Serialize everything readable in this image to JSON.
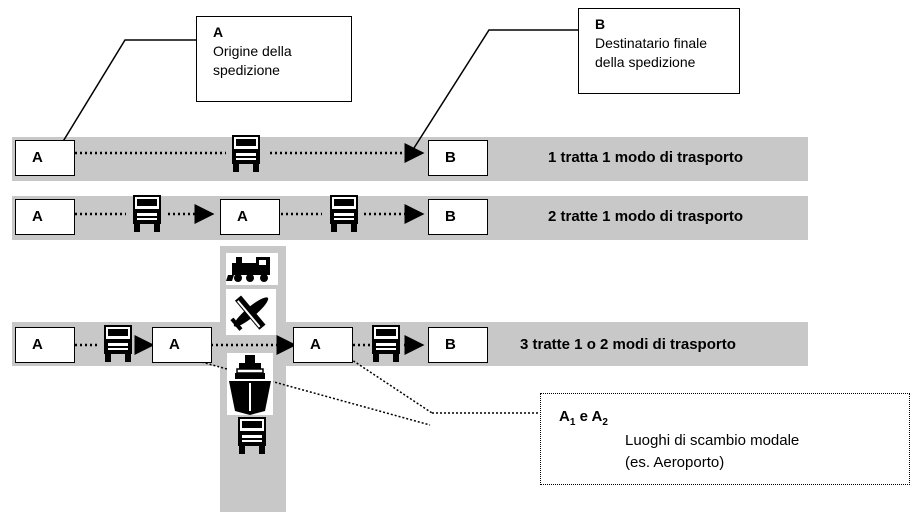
{
  "callout_a": {
    "title": "A",
    "desc_line1": "Origine della",
    "desc_line2": "spedizione"
  },
  "callout_b": {
    "title": "B",
    "desc_line1": "Destinatario finale",
    "desc_line2": "della spedizione"
  },
  "rows": [
    {
      "label": "1 tratta 1 modo di trasporto"
    },
    {
      "label": "2 tratte 1 modo di trasporto"
    },
    {
      "label": "3 tratte 1 o 2 modi di trasporto"
    }
  ],
  "nodes": {
    "a": "A",
    "b": "B"
  },
  "legend": {
    "title_a": "A",
    "sub1": "1",
    "conj": " e ",
    "title_a2": "A",
    "sub2": "2",
    "line1": "Luoghi di scambio modale",
    "line2": "(es. Aeroporto)"
  },
  "icons": [
    "truck-icon",
    "train-icon",
    "airplane-icon",
    "ship-icon"
  ]
}
